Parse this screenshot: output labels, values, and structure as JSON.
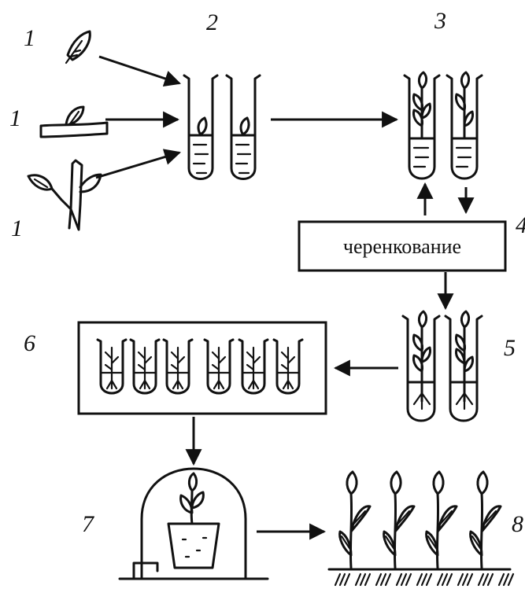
{
  "labels": {
    "source_1a": "1",
    "source_1b": "1",
    "source_1c": "1",
    "step_2": "2",
    "step_3": "3",
    "step_4": "4",
    "step_5": "5",
    "step_6": "6",
    "step_7": "7",
    "step_8": "8"
  },
  "process_box": {
    "text": "черенкование"
  }
}
